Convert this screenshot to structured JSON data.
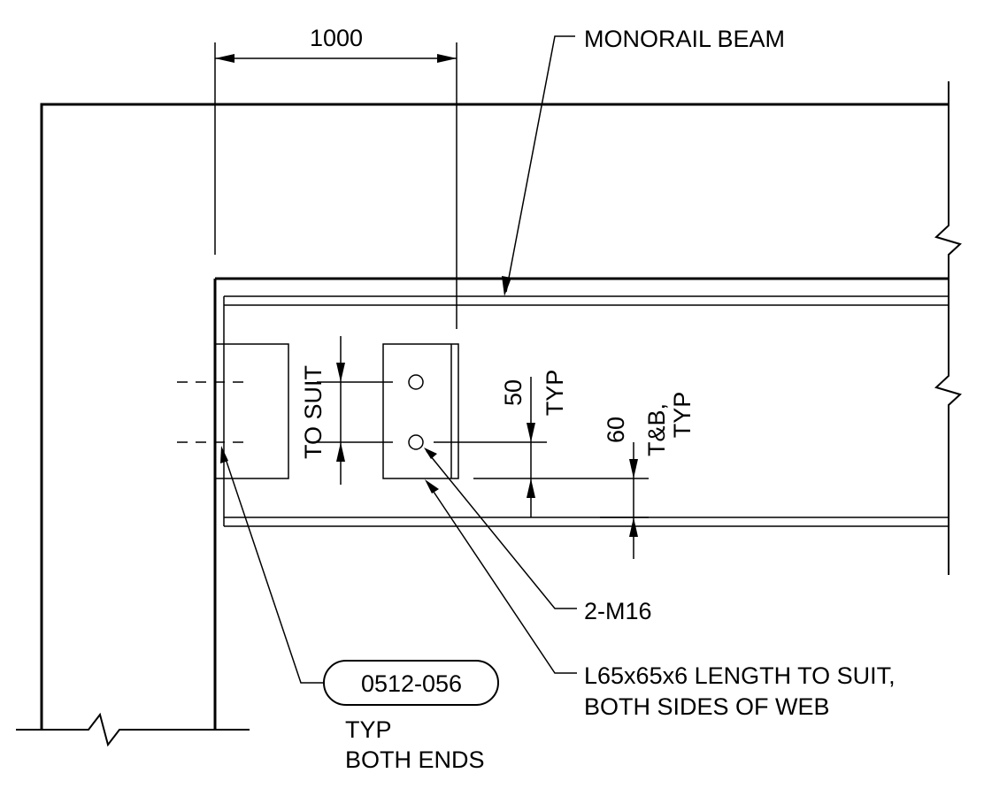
{
  "dimensions": {
    "horizontal": "1000",
    "to_suit": "TO SUIT",
    "bolt_spacing_value": "50",
    "bolt_spacing_note": "TYP",
    "flange_edge_value": "60",
    "flange_edge_note_1": "T&B,",
    "flange_edge_note_2": "TYP"
  },
  "labels": {
    "monorail": "MONORAIL BEAM",
    "bolts": "2-M16",
    "angle_line1": "L65x65x6 LENGTH TO SUIT,",
    "angle_line2": "BOTH SIDES OF WEB",
    "reference_tag": "0512-056",
    "typ": "TYP",
    "both_ends": "BOTH ENDS"
  }
}
